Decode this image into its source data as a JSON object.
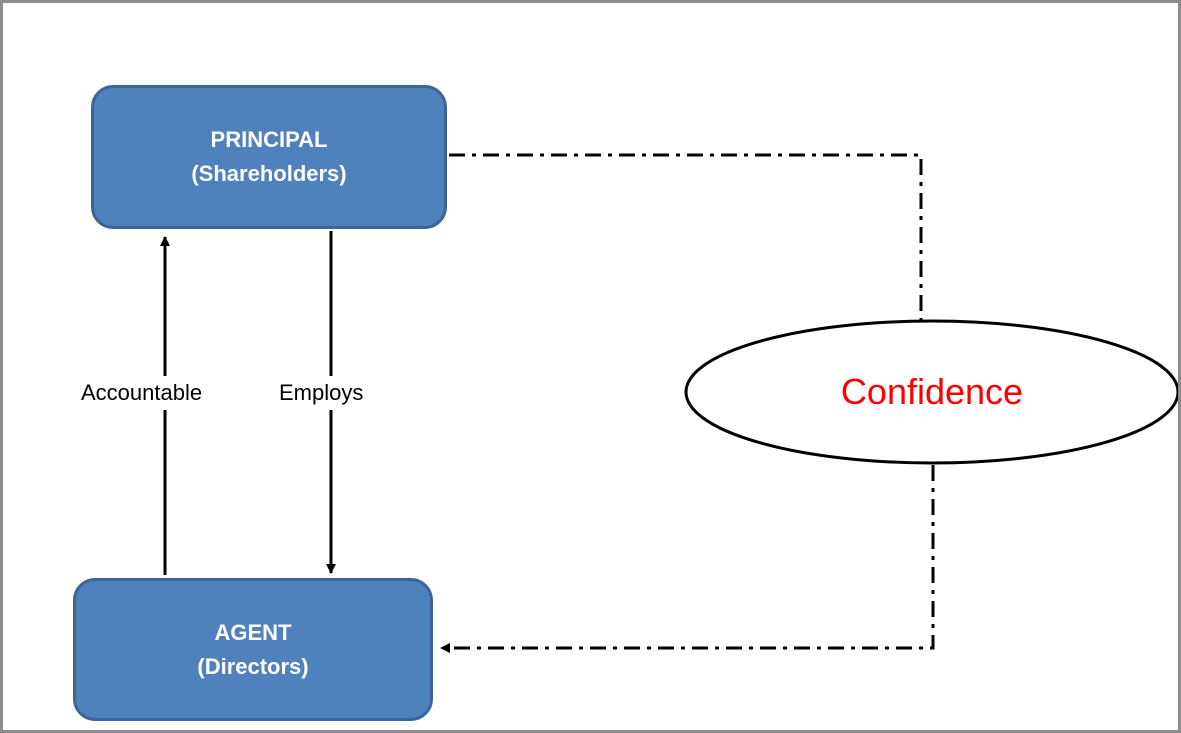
{
  "principal": {
    "title": "PRINCIPAL",
    "subtitle": "(Shareholders)"
  },
  "agent": {
    "title": "AGENT",
    "subtitle": "(Directors)"
  },
  "edges": {
    "accountable": "Accountable",
    "employs": "Employs"
  },
  "confidence": {
    "label": "Confidence"
  },
  "colors": {
    "node_fill": "#4f81bd",
    "node_border": "#3a6596",
    "confidence_text": "#ff0000"
  }
}
